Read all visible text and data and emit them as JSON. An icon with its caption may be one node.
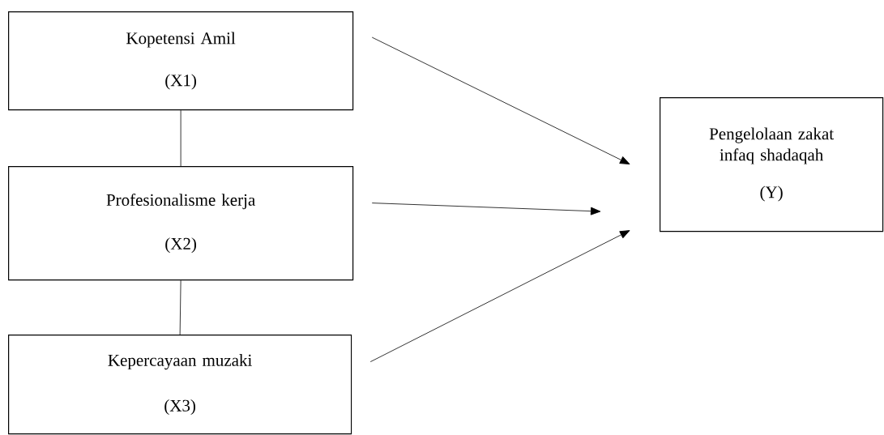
{
  "diagram": {
    "nodes": [
      {
        "text": [
          "Kopetensi Amil",
          "(X1)"
        ]
      },
      {
        "text": [
          "Profesionalisme kerja",
          "(X2)"
        ]
      },
      {
        "text": [
          "Kepercayaan muzaki",
          "(X3)"
        ]
      },
      {
        "text": [
          "Pengelolaan zakat infaq shadaqah",
          "(Y)"
        ]
      }
    ],
    "edges": [
      {
        "from": 0,
        "to": 1,
        "arrow": "none"
      },
      {
        "from": 1,
        "to": 2,
        "arrow": "none"
      },
      {
        "from": 0,
        "to": 3,
        "arrow": "to"
      },
      {
        "from": 1,
        "to": 3,
        "arrow": "to"
      },
      {
        "from": 2,
        "to": 3,
        "arrow": "to"
      }
    ]
  }
}
